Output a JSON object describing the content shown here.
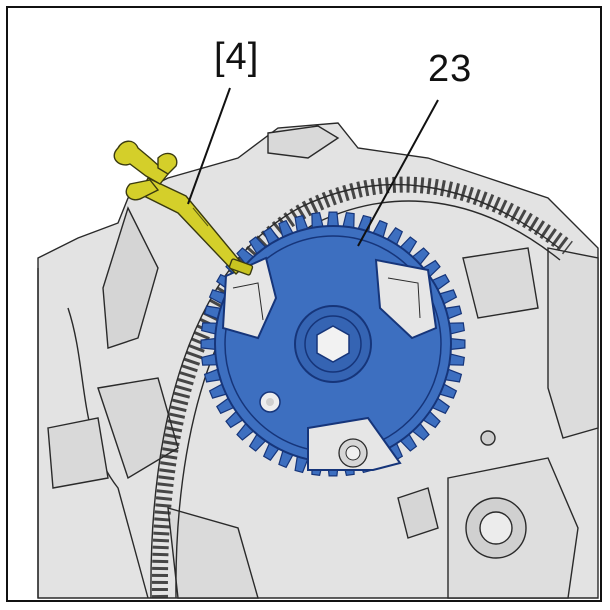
{
  "callouts": {
    "tool": "[4]",
    "gear": "23"
  },
  "colors": {
    "gear_fill": "#3d6fc0",
    "gear_dark": "#16357a",
    "tool_fill": "#d4cf2a",
    "engine_fill": "#e3e3e3",
    "line": "#2a2a2a",
    "frame": "#111111"
  },
  "parts": {
    "gear": {
      "name": "camshaft-sprocket",
      "tooth_count": 48,
      "window_count": 3
    },
    "tool": {
      "name": "timing-pin-tool"
    },
    "belt": {
      "name": "timing-belt"
    }
  }
}
